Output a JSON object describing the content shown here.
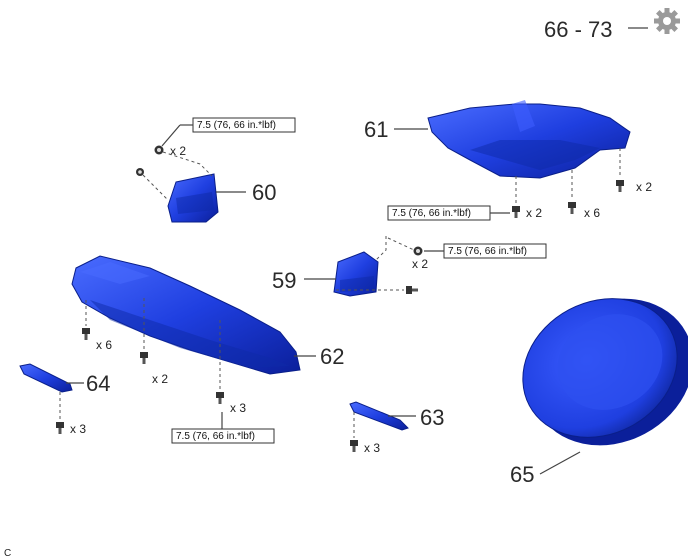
{
  "header": {
    "page_range": "66 - 73",
    "icon": "gear-icon"
  },
  "parts": {
    "p59": {
      "label": "59"
    },
    "p60": {
      "label": "60"
    },
    "p61": {
      "label": "61"
    },
    "p62": {
      "label": "62"
    },
    "p63": {
      "label": "63"
    },
    "p64": {
      "label": "64"
    },
    "p65": {
      "label": "65"
    }
  },
  "torque": "7.5 (76, 66 in.*lbf)",
  "quantities": {
    "x2": "x 2",
    "x3": "x 3",
    "x6": "x 6"
  },
  "corner_mark": "C",
  "colors": {
    "part_blue": "#1f3fe0",
    "part_dark": "#0a1f8a",
    "gear_gray": "#9a9a9a"
  }
}
